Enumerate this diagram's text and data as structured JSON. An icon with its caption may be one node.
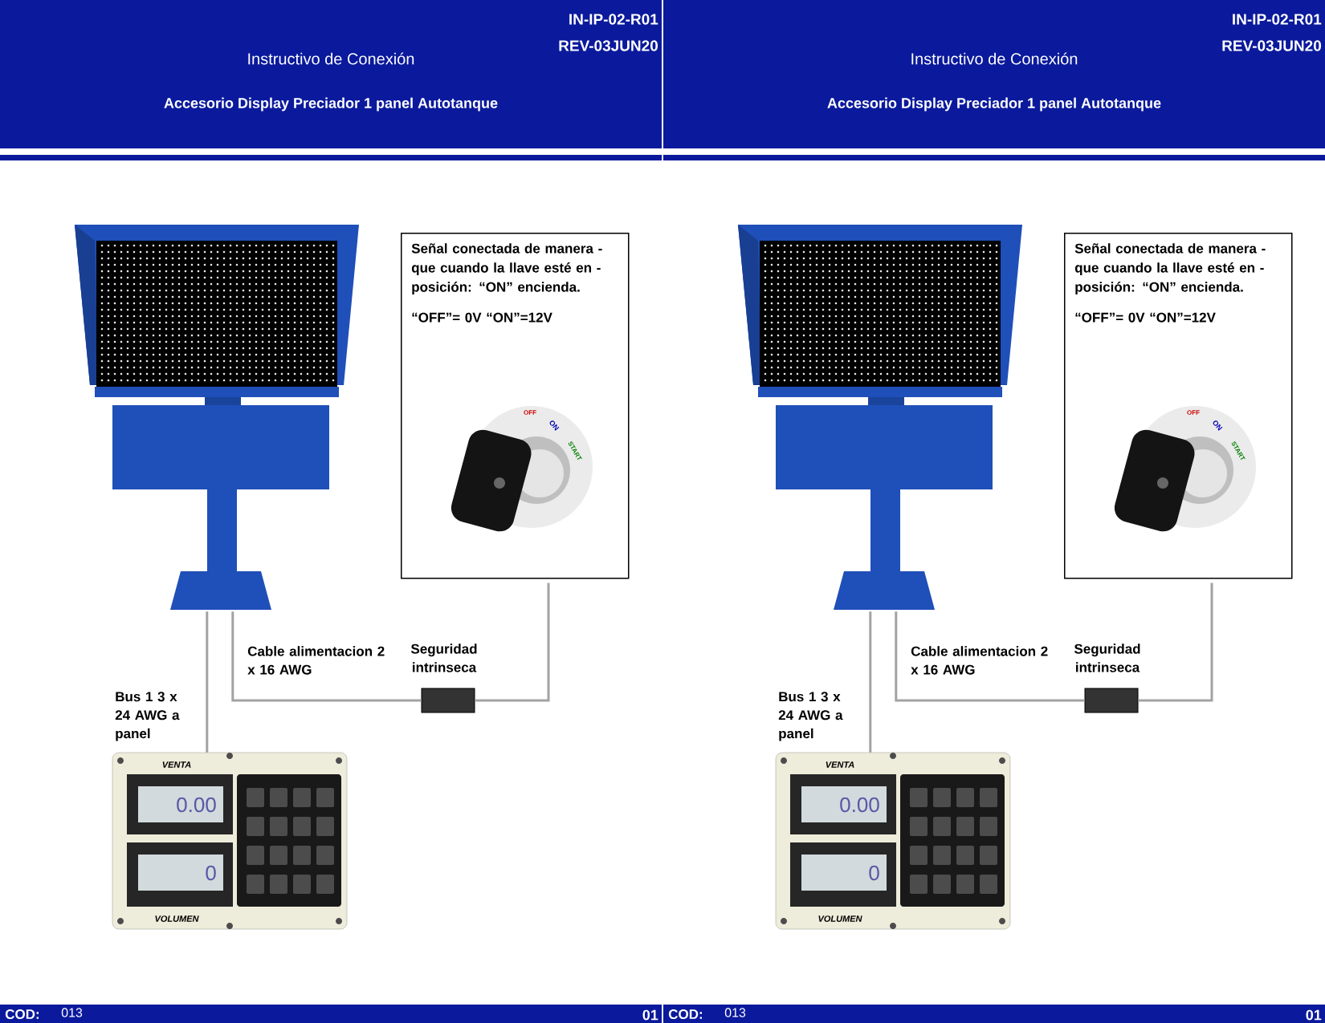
{
  "diagram": {
    "nodes": [
      {
        "text": [],
        "shape": "picture"
      },
      {
        "text": [
          "Señal conectada de manera -que cuando la llave esté en -posición: “ON” encienda.",
          "“OFF”= 0V “ON”=12V"
        ]
      },
      {
        "text": [],
        "shape": "box",
        "beside": [
          "Seguridad intrinseca"
        ]
      },
      {
        "text": [],
        "shape": "picture"
      },
      {
        "text": [],
        "shape": "picture"
      },
      {
        "text": [
          "Señal conectada de manera -que cuando la llave esté en -posición: “ON” encienda.",
          "“OFF”= 0V “ON”=12V"
        ]
      },
      {
        "text": [],
        "shape": "box",
        "beside": [
          "Seguridad intrinseca"
        ]
      },
      {
        "text": [],
        "shape": "picture"
      }
    ],
    "edges": [
      {
        "from": 0,
        "to": 3,
        "arrow": "none",
        "label": "Bus 1 3 x 24 AWG a panel"
      },
      {
        "from": 0,
        "to": 2,
        "arrow": "none",
        "label": "Cable alimentacion 2 x 16 AWG"
      },
      {
        "from": 2,
        "to": 1,
        "arrow": "none"
      },
      {
        "from": 4,
        "to": 7,
        "arrow": "none",
        "label": "Bus 1 3 x 24 AWG a panel"
      },
      {
        "from": 4,
        "to": 6,
        "arrow": "none",
        "label": "Cable alimentacion 2 x 16 AWG"
      },
      {
        "from": 6,
        "to": 5,
        "arrow": "none"
      }
    ],
    "labels": [
      "IN-IP-02-R01",
      "REV-03JUN20",
      "Instructivo  de Conexión",
      "Accesorio Display Preciador 1 panel Autotanque",
      "OFF",
      "ON",
      "START",
      "VENTA",
      "0.00",
      "0",
      "VOLUMEN",
      "COD:",
      "013",
      "01",
      "IN-IP-02-R01",
      "REV-03JUN20",
      "Instructivo  de Conexión",
      "Accesorio Display Preciador 1 panel Autotanque",
      "OFF",
      "ON",
      "START",
      "VENTA",
      "0.00",
      "0",
      "VOLUMEN",
      "COD:",
      "013",
      "01"
    ]
  }
}
